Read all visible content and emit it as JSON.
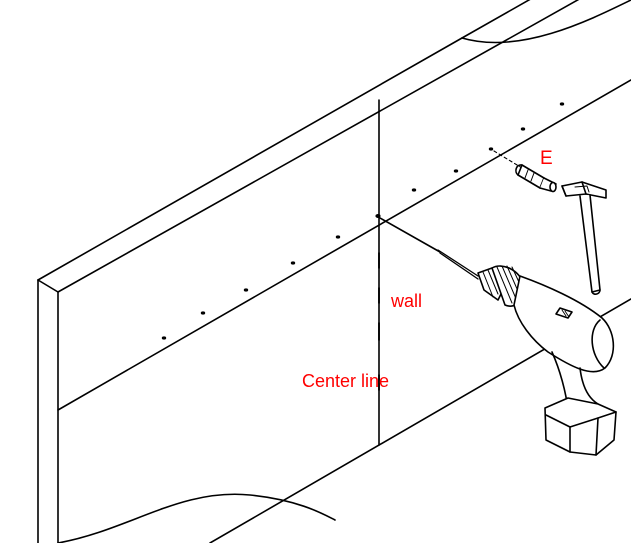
{
  "labels": {
    "part_e": "E",
    "wall": "wall",
    "center_line": "Center line"
  },
  "colors": {
    "annotation": "#ff0000",
    "line": "#000000",
    "background": "#ffffff"
  },
  "icons": [
    "power-drill-icon",
    "hammer-icon",
    "wall-anchor-icon",
    "screw-icon"
  ]
}
